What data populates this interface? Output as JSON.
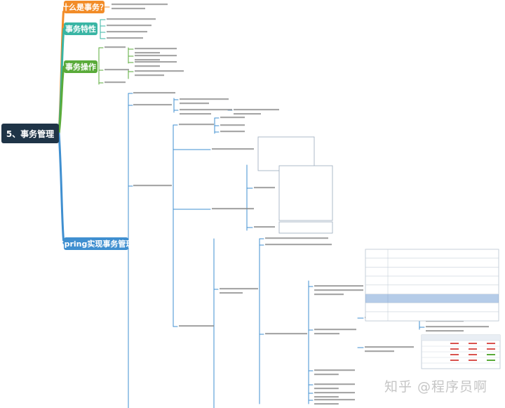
{
  "central": {
    "label": "5、事务管理"
  },
  "branches": [
    {
      "label": "什么是事务？",
      "color": "#f28c28"
    },
    {
      "label": "事务特性",
      "color": "#39b5a4"
    },
    {
      "label": "事务操作",
      "color": "#5aab3a"
    },
    {
      "label": "Spring实现事务管理",
      "color": "#3f8fd0"
    }
  ],
  "watermark": "知乎 @程序员啊",
  "colors": {
    "central": "#1f3447",
    "orange": "#f28c28",
    "teal": "#39b5a4",
    "green": "#5aab3a",
    "blue": "#3f8fd0",
    "table_header": "#5b8fcc"
  }
}
